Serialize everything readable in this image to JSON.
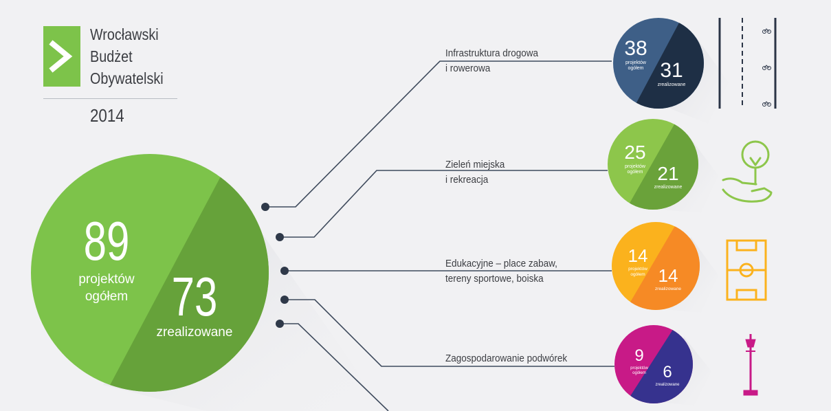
{
  "logo": {
    "line1": "Wrocławski",
    "line2": "Budżet",
    "line3": "Obywatelski",
    "year": "2014",
    "color": "#7dc34a"
  },
  "main": {
    "total": "89",
    "total_label_1": "projektów",
    "total_label_2": "ogółem",
    "done": "73",
    "done_label": "zrealizowane",
    "color_light": "#7dc34a",
    "color_dark": "#66a23a"
  },
  "categories": [
    {
      "label_1": "Infrastruktura drogowa",
      "label_2": "i rowerowa",
      "total": "38",
      "total_label_1": "projektów",
      "total_label_2": "ogółem",
      "done": "31",
      "done_label": "zrealizowane",
      "color_light": "#3e5f87",
      "color_dark": "#1e2f45",
      "icon": "bike-lane-icon"
    },
    {
      "label_1": "Zieleń miejska",
      "label_2": "i rekreacja",
      "total": "25",
      "total_label_1": "projektów",
      "total_label_2": "ogółem",
      "done": "21",
      "done_label": "zrealizowane",
      "color_light": "#8dc64b",
      "color_dark": "#6aa23a",
      "icon": "tree-hand-icon"
    },
    {
      "label_1": "Edukacyjne – place zabaw,",
      "label_2": "tereny sportowe, boiska",
      "total": "14",
      "total_label_1": "projektów",
      "total_label_2": "ogółem",
      "done": "14",
      "done_label": "zrealizowane",
      "color_light": "#fbb21d",
      "color_dark": "#f68a25",
      "icon": "sports-field-icon"
    },
    {
      "label_1": "Zagospodarowanie podwórek",
      "label_2": "",
      "total": "9",
      "total_label_1": "projektów",
      "total_label_2": "ogółem",
      "done": "6",
      "done_label": "zrealizowane",
      "color_light": "#c81a87",
      "color_dark": "#36328e",
      "icon": "street-lamp-icon"
    }
  ]
}
